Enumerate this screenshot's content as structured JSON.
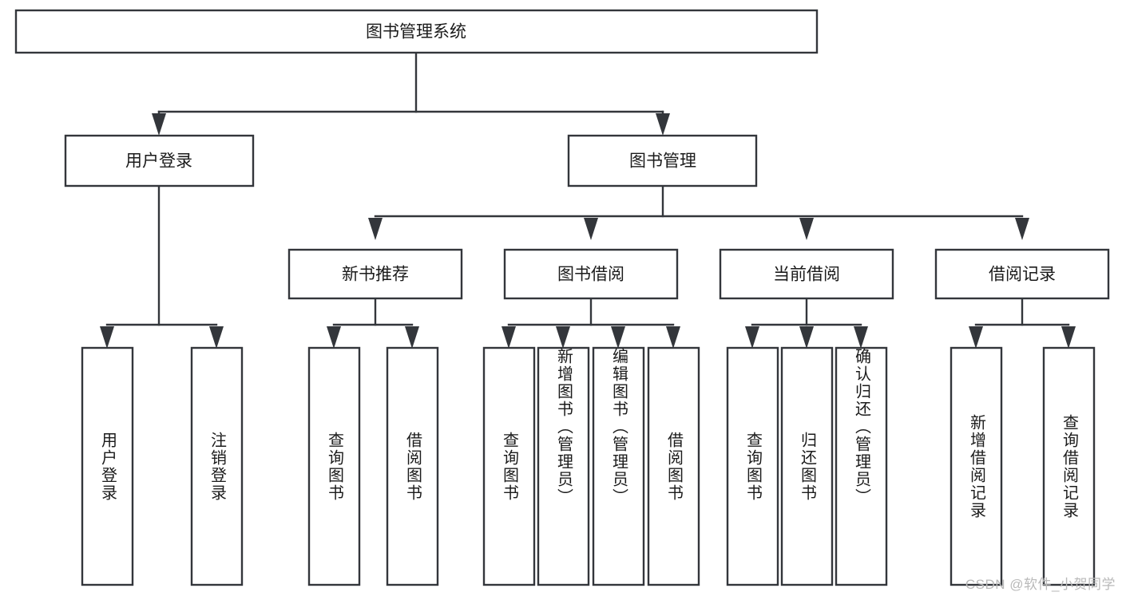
{
  "diagram": {
    "title": "图书管理系统",
    "type": "hierarchy-tree",
    "root": {
      "id": "root",
      "label": "图书管理系统",
      "orientation": "horizontal"
    },
    "level1": [
      {
        "id": "user-login",
        "label": "用户登录",
        "orientation": "horizontal"
      },
      {
        "id": "book-manage",
        "label": "图书管理",
        "orientation": "horizontal"
      }
    ],
    "level2": [
      {
        "id": "new-book-recommend",
        "label": "新书推荐",
        "parent": "book-manage",
        "orientation": "horizontal"
      },
      {
        "id": "book-borrow",
        "label": "图书借阅",
        "parent": "book-manage",
        "orientation": "horizontal"
      },
      {
        "id": "current-borrow",
        "label": "当前借阅",
        "parent": "book-manage",
        "orientation": "horizontal"
      },
      {
        "id": "borrow-record",
        "label": "借阅记录",
        "parent": "book-manage",
        "orientation": "horizontal"
      }
    ],
    "leaves": [
      {
        "id": "leaf-user-login",
        "label": "用户登录",
        "parent": "user-login",
        "orientation": "vertical"
      },
      {
        "id": "leaf-user-logout",
        "label": "注销登录",
        "parent": "user-login",
        "orientation": "vertical"
      },
      {
        "id": "leaf-query-book-1",
        "label": "查询图书",
        "parent": "new-book-recommend",
        "orientation": "vertical"
      },
      {
        "id": "leaf-borrow-book-1",
        "label": "借阅图书",
        "parent": "new-book-recommend",
        "orientation": "vertical"
      },
      {
        "id": "leaf-query-book-2",
        "label": "查询图书",
        "parent": "book-borrow",
        "orientation": "vertical"
      },
      {
        "id": "leaf-add-book",
        "label": "新增图书（管理员）",
        "parent": "book-borrow",
        "orientation": "vertical"
      },
      {
        "id": "leaf-edit-book",
        "label": "编辑图书（管理员）",
        "parent": "book-borrow",
        "orientation": "vertical"
      },
      {
        "id": "leaf-borrow-book-2",
        "label": "借阅图书",
        "parent": "book-borrow",
        "orientation": "vertical"
      },
      {
        "id": "leaf-query-book-3",
        "label": "查询图书",
        "parent": "current-borrow",
        "orientation": "vertical"
      },
      {
        "id": "leaf-return-book",
        "label": "归还图书",
        "parent": "current-borrow",
        "orientation": "vertical"
      },
      {
        "id": "leaf-confirm-return",
        "label": "确认归还（管理员）",
        "parent": "current-borrow",
        "orientation": "vertical"
      },
      {
        "id": "leaf-add-record",
        "label": "新增借阅记录",
        "parent": "borrow-record",
        "orientation": "vertical"
      },
      {
        "id": "leaf-query-record",
        "label": "查询借阅记录",
        "parent": "borrow-record",
        "orientation": "vertical"
      }
    ],
    "watermark": "CSDN @软件_小贺同学",
    "colors": {
      "box_stroke": "#33363b",
      "box_fill": "#ffffff",
      "text": "#1b1b1b",
      "connector": "#33363b",
      "watermark": "#b9b9b9",
      "background": "#ffffff"
    }
  }
}
